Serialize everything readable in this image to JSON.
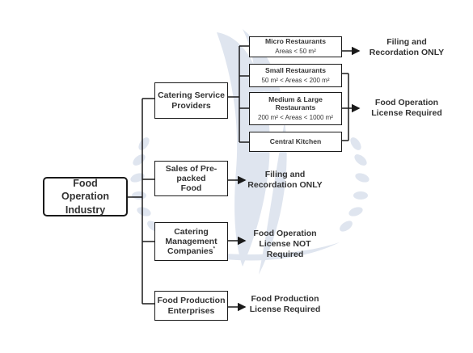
{
  "root": {
    "line1": "Food",
    "line2": "Operation",
    "line3": "Industry"
  },
  "categories": [
    {
      "line1": "Catering Service",
      "line2": "Providers"
    },
    {
      "line1": "Sales of Pre-packed",
      "line2": "Food"
    },
    {
      "line1": "Catering",
      "line2": "Management",
      "line3": "Companies",
      "mark": "*"
    },
    {
      "line1": "Food Production",
      "line2": "Enterprises"
    }
  ],
  "restaurants": [
    {
      "title": "Micro Restaurants",
      "area": "Areas < 50 m²"
    },
    {
      "title": "Small Restaurants",
      "area": "50 m² < Areas < 200 m²"
    },
    {
      "title1": "Medium & Large",
      "title2": "Restaurants",
      "area": "200 m² < Areas < 1000 m²"
    },
    {
      "title": "Central Kitchen"
    }
  ],
  "outcomes": {
    "micro": {
      "line1": "Filing and",
      "line2": "Recordation ONLY"
    },
    "license_required": {
      "line1": "Food Operation",
      "line2": "License Required"
    },
    "prepacked": {
      "line1": "Filing and",
      "line2": "Recordation ONLY"
    },
    "management": {
      "line1": "Food Operation",
      "line2": "License NOT",
      "line3": "Required"
    },
    "production": {
      "line1": "Food Production",
      "line2": "License Required"
    }
  },
  "colors": {
    "line": "#1a1a1a",
    "text": "#333333",
    "watermark": "#dfe5ef"
  }
}
